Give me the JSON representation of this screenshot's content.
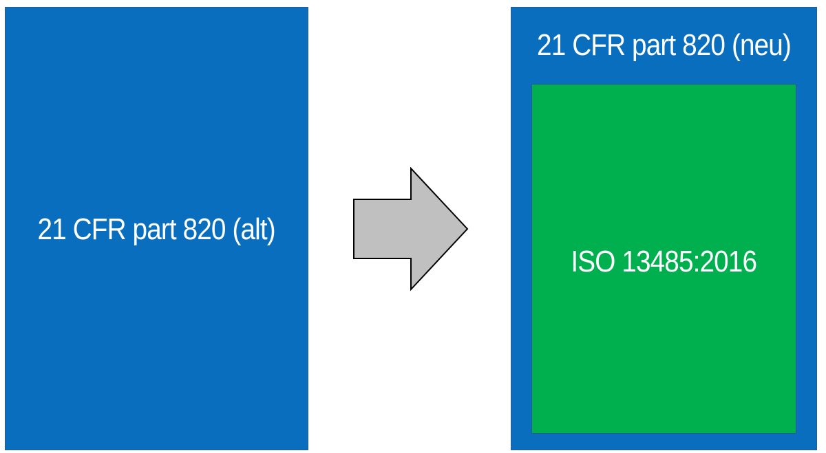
{
  "diagram": {
    "old_box": {
      "label": "21 CFR part 820 (alt)",
      "fill_color": "#0a6ebf"
    },
    "arrow": {
      "icon": "right-arrow-icon",
      "fill_color": "#c0c0c0"
    },
    "new_box": {
      "label": "21 CFR part 820 (neu)",
      "fill_color": "#0a6ebf",
      "inner_box": {
        "label": "ISO 13485:2016",
        "fill_color": "#00b04f"
      }
    }
  }
}
